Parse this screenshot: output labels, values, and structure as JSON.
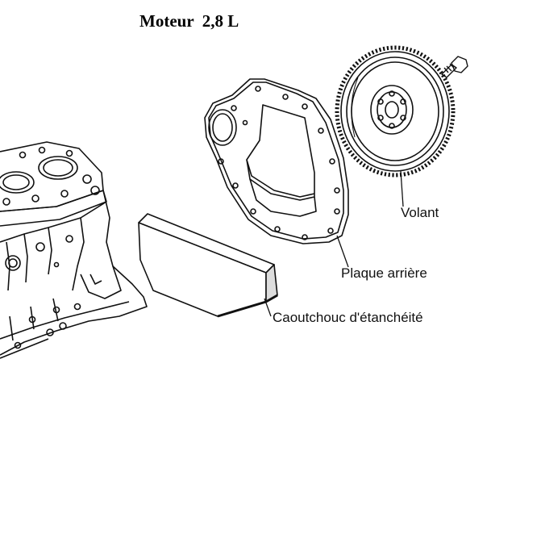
{
  "title": "Moteur  2,8 L",
  "labels": {
    "flywheel": "Volant",
    "rear_plate": "Plaque arrière",
    "rubber_seal": "Caoutchouc d'étanchéité"
  }
}
